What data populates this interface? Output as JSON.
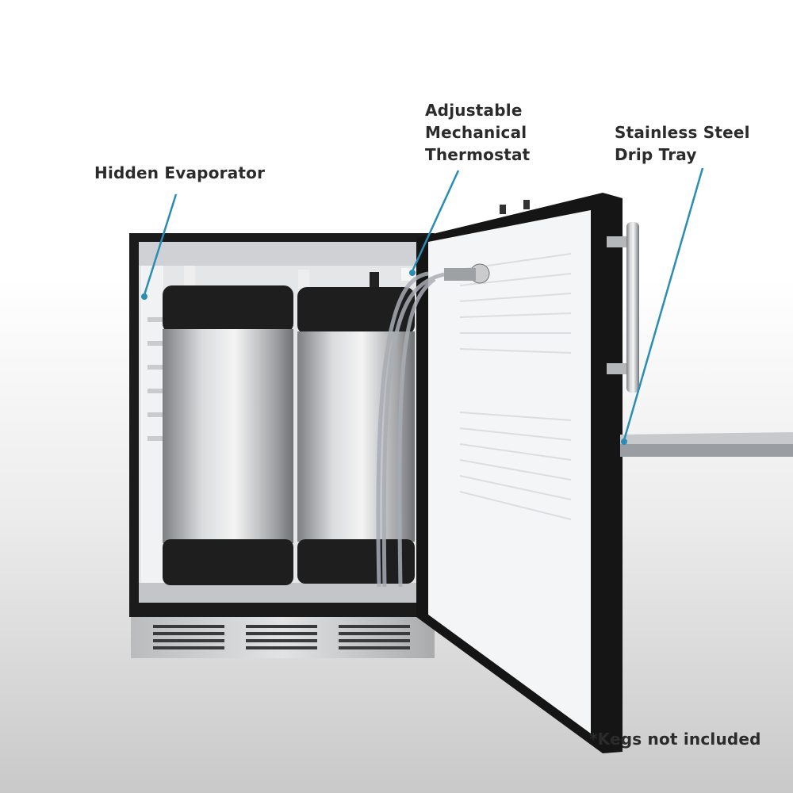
{
  "callouts": {
    "evaporator": "Hidden Evaporator",
    "thermostat": [
      "Adjustable",
      "Mechanical",
      "Thermostat"
    ],
    "drip_tray": [
      "Stainless Steel",
      "Drip Tray"
    ]
  },
  "footnote": "*Kegs not included",
  "colors": {
    "callout_line": "#2a8db3",
    "cabinet": "#1b1b1b",
    "interior": "#e6e8ea"
  }
}
